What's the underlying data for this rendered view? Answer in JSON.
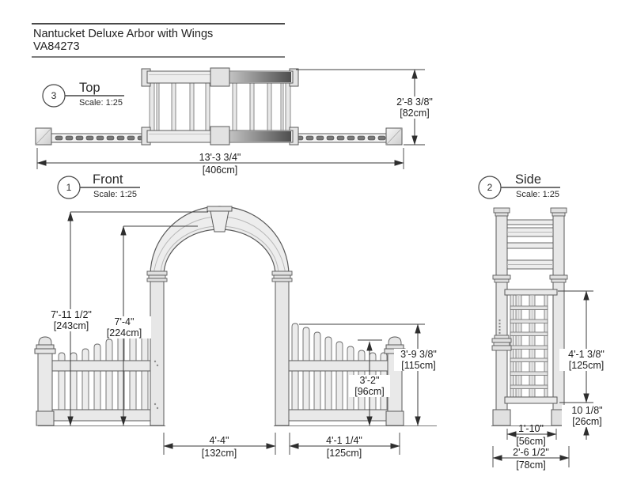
{
  "title": {
    "product_name": "Nantucket Deluxe Arbor with Wings",
    "sku": "VA84273"
  },
  "views": {
    "top": {
      "number": "3",
      "label": "Top",
      "scale": "Scale: 1:25"
    },
    "front": {
      "number": "1",
      "label": "Front",
      "scale": "Scale: 1:25"
    },
    "side": {
      "number": "2",
      "label": "Side",
      "scale": "Scale: 1:25"
    }
  },
  "dimensions": {
    "top_height": {
      "imperial": "2'-8 3/8\"",
      "metric": "[82cm]"
    },
    "top_width": {
      "imperial": "13'-3 3/4\"",
      "metric": "[406cm]"
    },
    "front_total_height": {
      "imperial": "7'-11 1/2\"",
      "metric": "[243cm]"
    },
    "front_arch_height": {
      "imperial": "7'-4\"",
      "metric": "[224cm]"
    },
    "front_wing_height": {
      "imperial": "3'-9 3/8\"",
      "metric": "[115cm]"
    },
    "front_picket_height": {
      "imperial": "3'-2\"",
      "metric": "[96cm]"
    },
    "front_opening_width": {
      "imperial": "4'-4\"",
      "metric": "[132cm]"
    },
    "front_wing_width": {
      "imperial": "4'-1 1/4\"",
      "metric": "[125cm]"
    },
    "side_trellis_height": {
      "imperial": "4'-1 3/8\"",
      "metric": "[125cm]"
    },
    "side_base_height": {
      "imperial": "10 1/8\"",
      "metric": "[26cm]"
    },
    "side_post_spacing": {
      "imperial": "1'-10\"",
      "metric": "[56cm]"
    },
    "side_total_depth": {
      "imperial": "2'-6 1/2\"",
      "metric": "[78cm]"
    }
  }
}
